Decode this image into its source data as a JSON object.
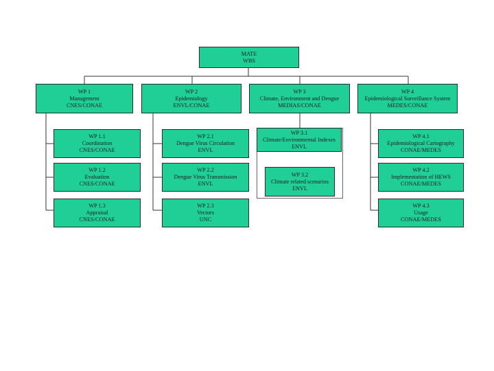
{
  "root": {
    "lines": [
      "MATE",
      "WBS"
    ]
  },
  "wp1": {
    "header": [
      "WP 1",
      "Management",
      "CNES/CONAE"
    ],
    "items": [
      [
        "WP 1.1",
        "Coordination",
        "CNES/CONAE"
      ],
      [
        "WP 1.2",
        "Evaluation",
        "CNES/CONAE"
      ],
      [
        "WP 1.3",
        "Appraisal",
        "CNES/CONAE"
      ]
    ]
  },
  "wp2": {
    "header": [
      "WP 2",
      "Epidemiology",
      "ENVL/CONAE"
    ],
    "items": [
      [
        "WP 2.1",
        "Dengue Virus Circulation",
        "ENVL"
      ],
      [
        "WP 2.2",
        "Dengue Virus Transmission",
        "ENVL"
      ],
      [
        "WP 2.3",
        "Vectors",
        "UNC"
      ]
    ]
  },
  "wp3": {
    "header": [
      "WP 3",
      "Climate, Environment and Dengue",
      "MEDIAS/CONAE"
    ],
    "items": [
      [
        "WP 3.1",
        "Climate/Environmental Indexes",
        "ENVL"
      ],
      [
        "WP 3.2",
        "Climate related scenarios",
        "ENVL"
      ]
    ]
  },
  "wp4": {
    "header": [
      "WP 4",
      "Epidemiological Surveillance System",
      "MEDES/CONAE"
    ],
    "items": [
      [
        "WP 4.1",
        "Epidemiological Cartography",
        "CONAE/MEDES"
      ],
      [
        "WP 4.2",
        "Implementation of HEWS",
        "CONAE/MEDES"
      ],
      [
        "WP 4.3",
        "Usage",
        "CONAE/MEDES"
      ]
    ]
  }
}
